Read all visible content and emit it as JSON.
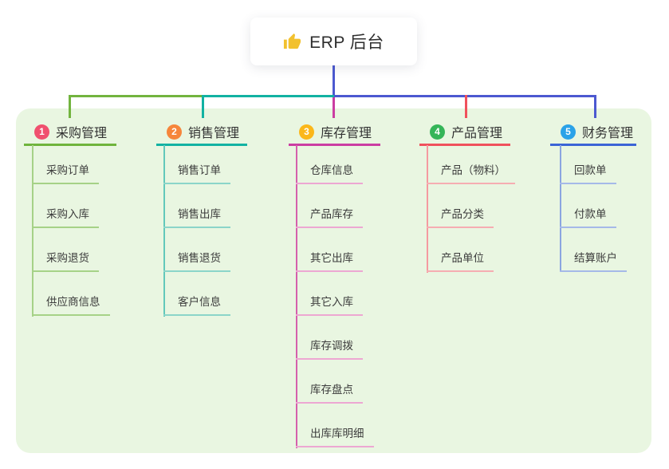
{
  "root": {
    "title": "ERP 后台",
    "icon": "thumbs-up-icon"
  },
  "colors": {
    "canvas_background": "#e9f6e1",
    "root_connector": "#4c59d0",
    "bus_segment_left": "#72b43e",
    "bus_segment_middle": "#12b2a2",
    "bus_segment_right": "#4c59d0"
  },
  "branches": [
    {
      "badge": "1",
      "label": "采购管理",
      "color": "#6fb43c",
      "badge_color": "#f0506e",
      "line_tint": "#a6d287",
      "children": [
        "采购订单",
        "采购入库",
        "采购退货",
        "供应商信息"
      ]
    },
    {
      "badge": "2",
      "label": "销售管理",
      "color": "#12b2a2",
      "badge_color": "#f6863b",
      "line_tint": "#8bd5c9",
      "children": [
        "销售订单",
        "销售出库",
        "销售退货",
        "客户信息"
      ]
    },
    {
      "badge": "3",
      "label": "库存管理",
      "color": "#cb3da2",
      "badge_color": "#fbb71a",
      "line_tint": "#eda7d2",
      "children": [
        "仓库信息",
        "产品库存",
        "其它出库",
        "其它入库",
        "库存调拨",
        "库存盘点",
        "出库库明细"
      ]
    },
    {
      "badge": "4",
      "label": "产品管理",
      "color": "#f0515c",
      "badge_color": "#35b558",
      "line_tint": "#f6adb2",
      "children": [
        "产品（物料）",
        "产品分类",
        "产品单位"
      ]
    },
    {
      "badge": "5",
      "label": "财务管理",
      "color": "#3b64d6",
      "badge_color": "#2aa2e8",
      "line_tint": "#a5b9e8",
      "children": [
        "回款单",
        "付款单",
        "结算账户"
      ]
    }
  ]
}
